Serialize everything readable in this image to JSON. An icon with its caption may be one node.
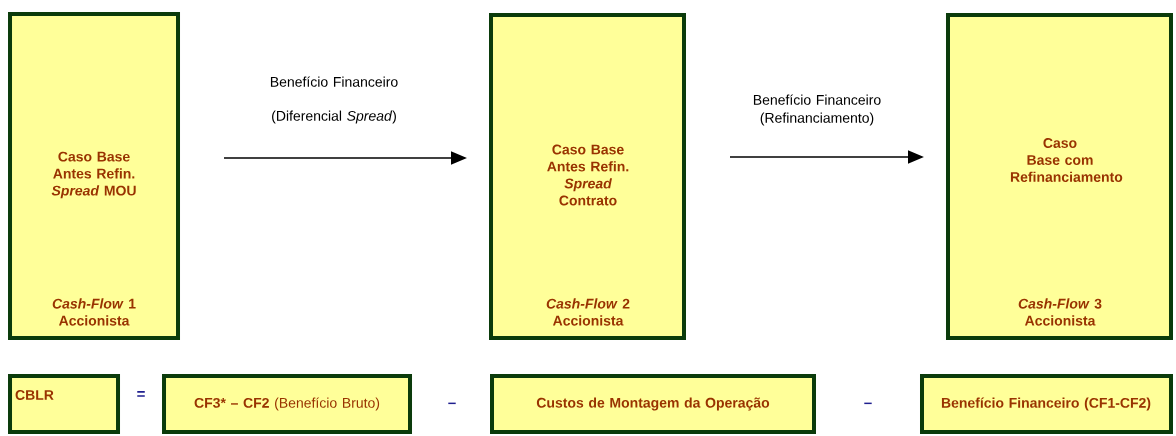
{
  "diagram": {
    "nodes": [
      {
        "text": [
          "Caso Base Antes Refin. *Spread* MOU",
          "*Cash-Flow* 1 Accionista"
        ]
      },
      {
        "text": [
          "Caso Base Antes Refin. *Spread* Contrato",
          "*Cash-Flow* 2 Accionista"
        ]
      },
      {
        "text": [
          "Caso Base com Refinanciamento",
          "*Cash-Flow* 3 Accionista"
        ]
      },
      {
        "text": [
          "CBLR"
        ]
      },
      {
        "text": [
          "**CF3* – CF2** (Benefício Bruto)"
        ]
      },
      {
        "text": [
          "Custos de Montagem da Operação"
        ]
      },
      {
        "text": [
          "Benefício Financeiro (CF1-CF2)"
        ]
      }
    ],
    "edges": [
      {
        "from": 0,
        "to": 1,
        "arrow": "to",
        "label": "Benefício Financeiro (Diferencial *Spread*)"
      },
      {
        "from": 1,
        "to": 2,
        "arrow": "to",
        "label": "Benefício Financeiro (Refinanciamento)"
      }
    ],
    "labels": [
      "=",
      "–",
      "–"
    ]
  }
}
